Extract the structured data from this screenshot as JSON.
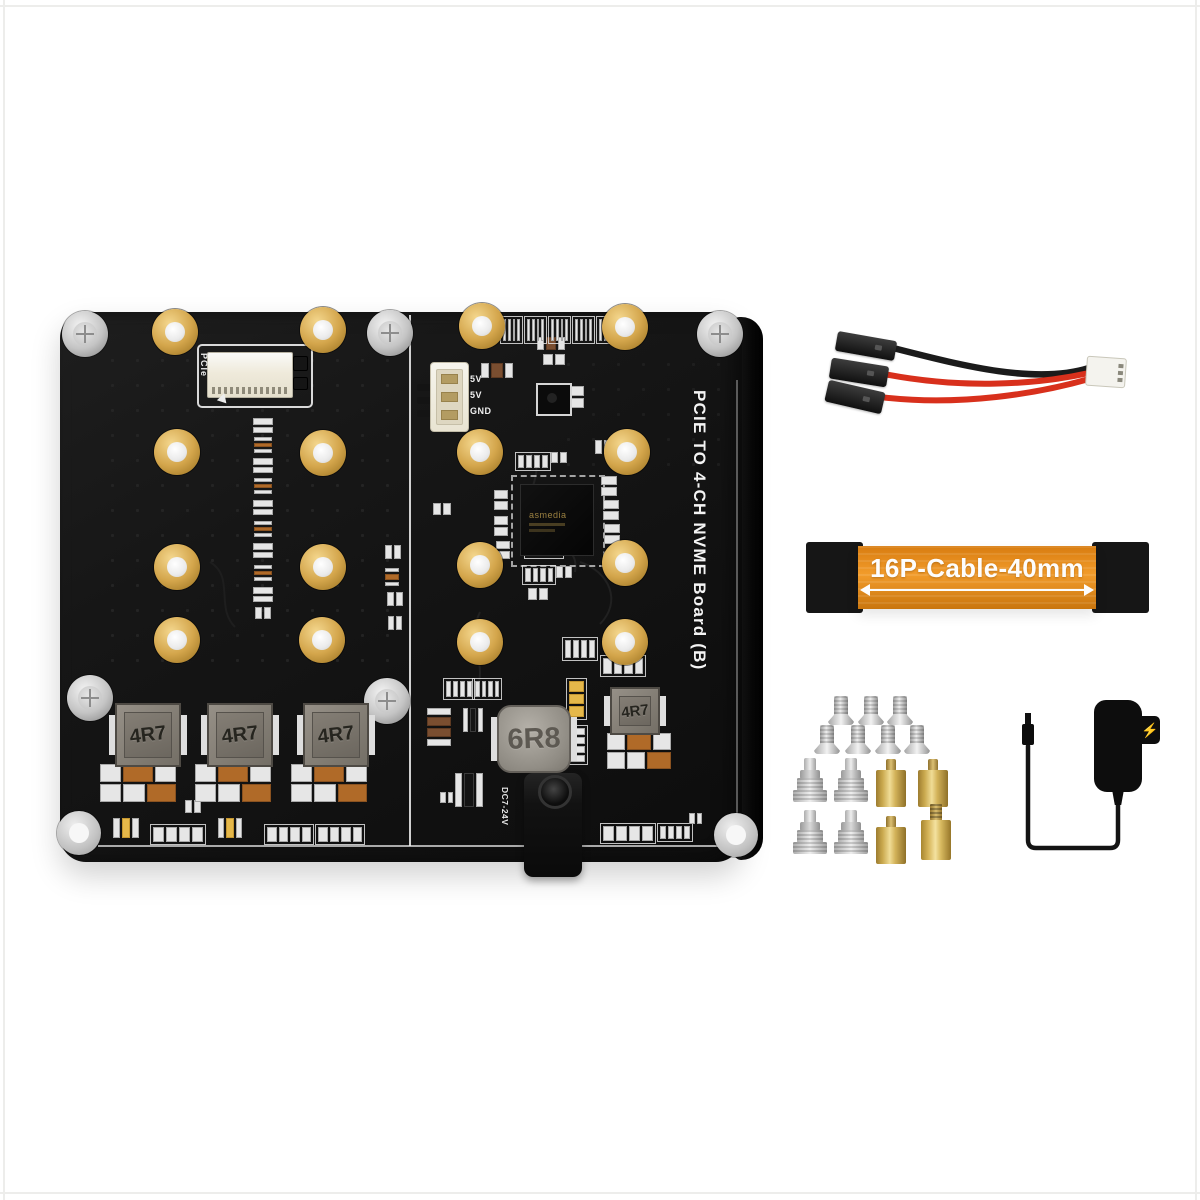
{
  "photo": {
    "background_color": "#ffffff"
  },
  "board": {
    "title": "PCIE TO 4-CH NVME Board (B)",
    "pcie_connector_label": "PCIe",
    "power_pin_labels": [
      "5V",
      "5V",
      "GND"
    ],
    "dc_input_label": "DC7-24V",
    "chip_label": "asmedia",
    "inductor_labels": [
      "4R7",
      "4R7",
      "4R7",
      "6R8",
      "4R7"
    ],
    "board_color": "#151515",
    "gold_pad_color": "#d2a049"
  },
  "jumper_cable": {
    "header_count": 3,
    "wire_colors": [
      "#1b1b1b",
      "#d8301c",
      "#d8301c"
    ]
  },
  "ffc_cable": {
    "label": "16P-Cable-40mm",
    "ribbon_color": "#f29c2b",
    "end_color": "#161616"
  },
  "hardware_kit": {
    "screw_count": 7,
    "silver_standoff_count": 4,
    "brass_standoff_count": 4
  },
  "power_adapter": {
    "bolt_icon": "⚡"
  }
}
